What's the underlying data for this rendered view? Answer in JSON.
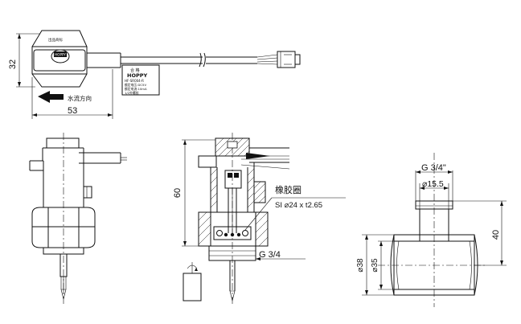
{
  "top_view": {
    "dim_height": "32",
    "dim_width": "53",
    "flow_label": "水流方向",
    "hex_text_top": "出品商标",
    "hex_text_brand": "HOPPY",
    "tag_lines": [
      "合 格",
      "HOPPY",
      "HF-SR004-R",
      "额定电压:DC5V",
      "额定电流:10mA",
      "1/2外螺纹"
    ]
  },
  "side_section": {
    "dim_height": "60",
    "thread_label": "G 3/4",
    "seal_label": "橡胶圈",
    "seal_spec": "SI  ⌀24 x t2.65"
  },
  "fitting": {
    "thread_label": "G 3/4\"",
    "dim_inner_top": "⌀15.5",
    "dim_height": "40",
    "dim_outer": "⌀38",
    "dim_inner": "⌀35"
  }
}
